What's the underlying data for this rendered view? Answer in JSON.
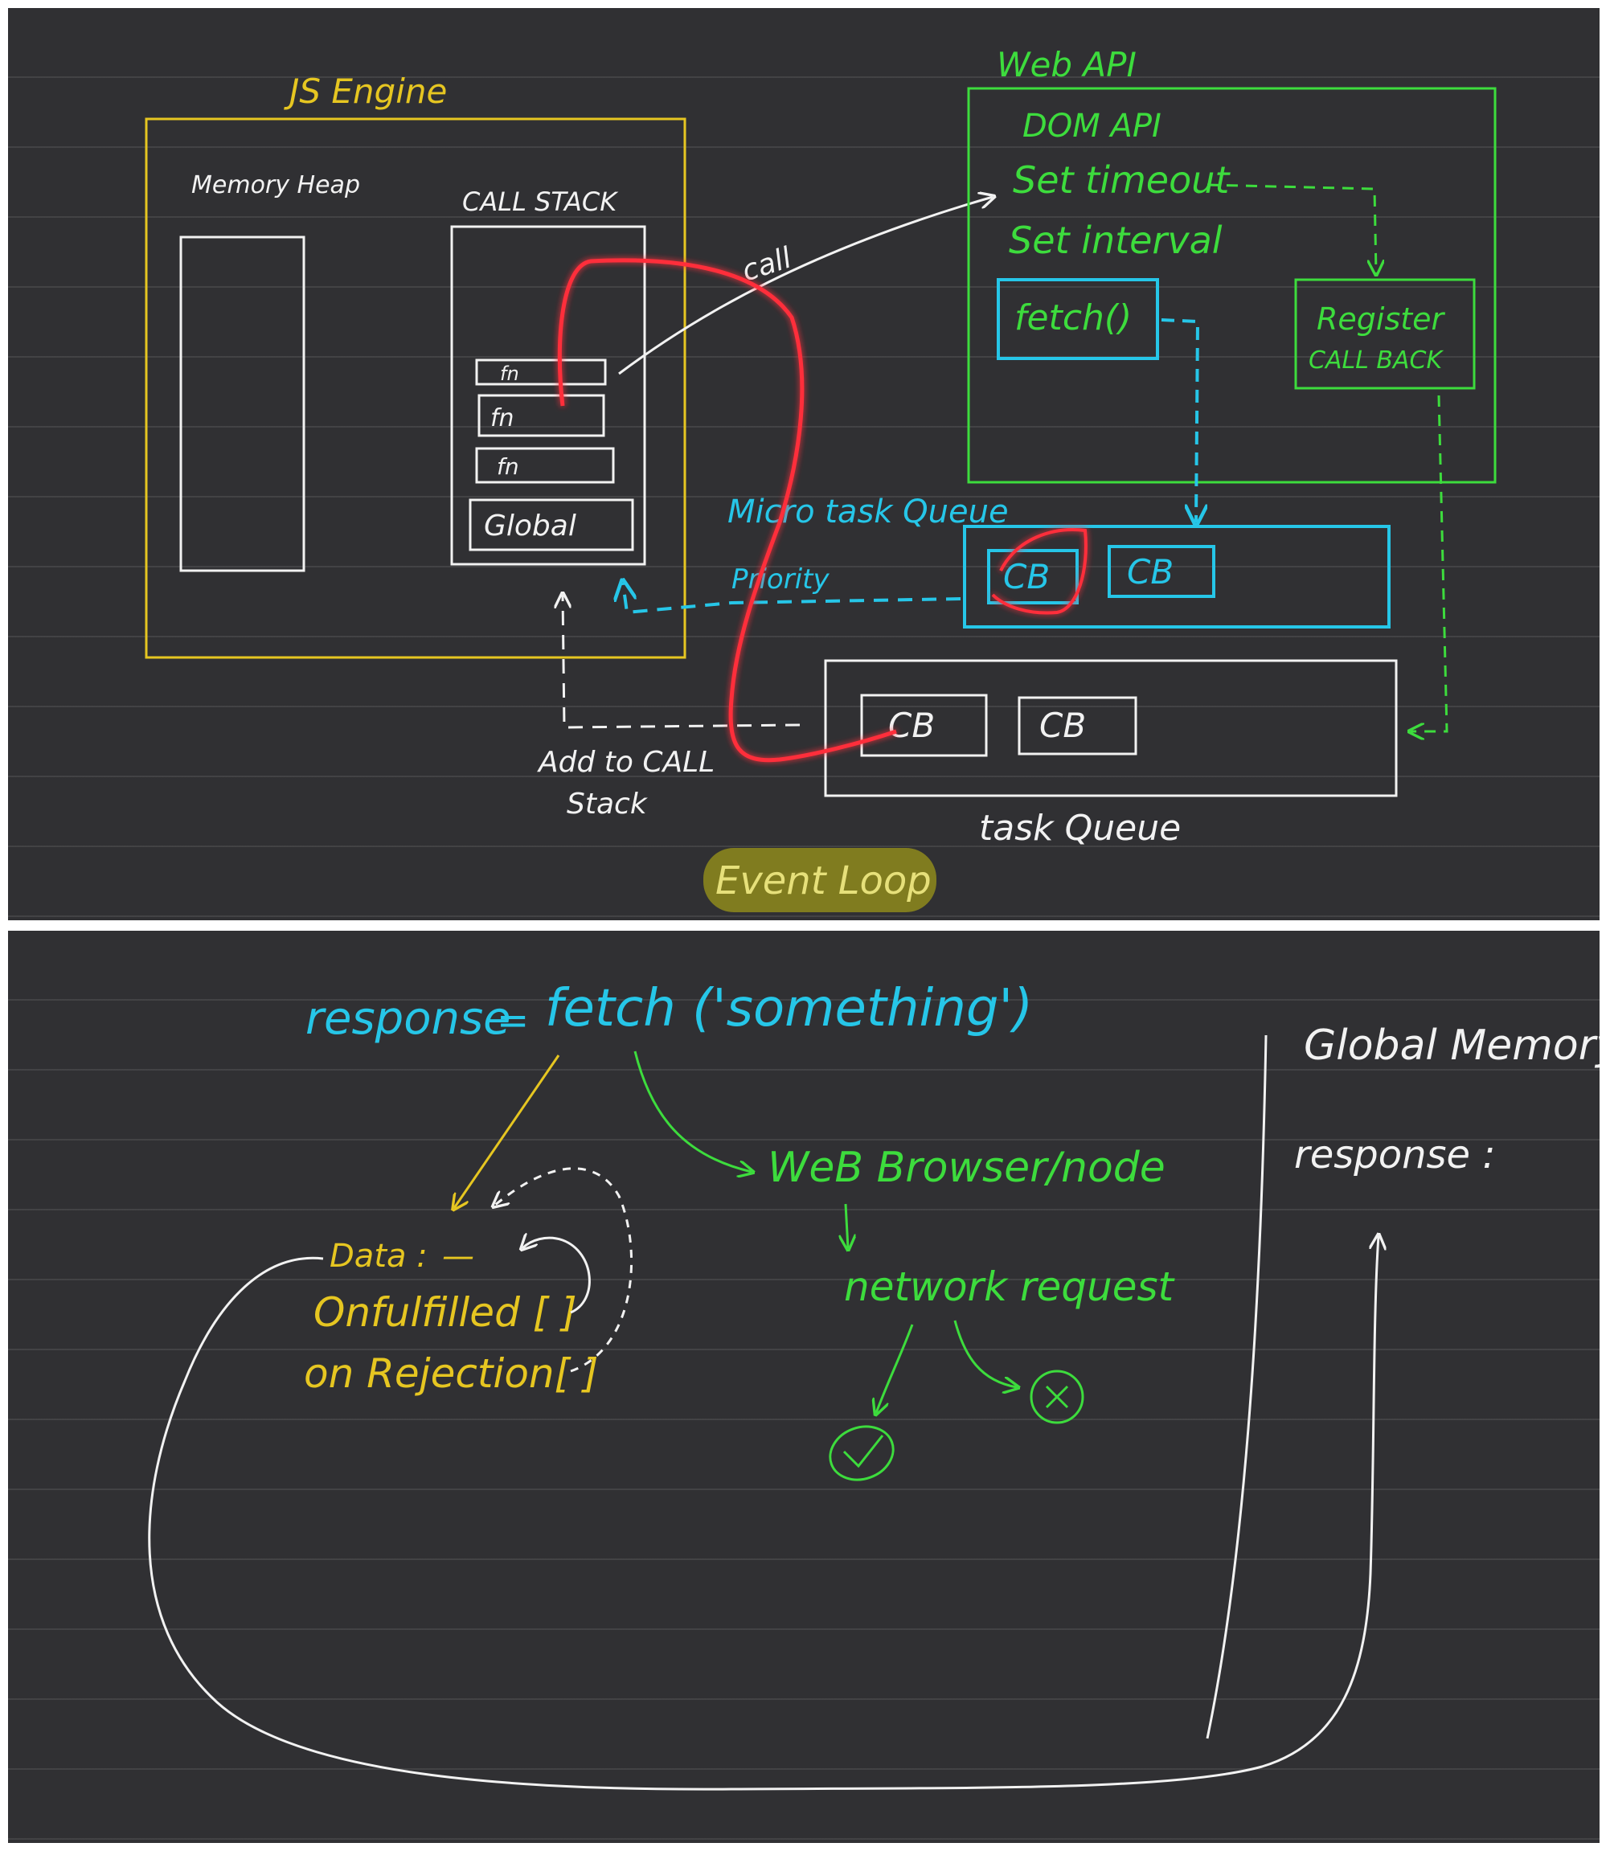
{
  "top": {
    "js_engine": {
      "title": "JS Engine",
      "memory_heap": "Memory Heap",
      "call_stack": "CALL STACK",
      "frames": [
        "fn",
        "fn",
        "fn",
        "Global"
      ]
    },
    "web_api": {
      "title": "Web API",
      "items": [
        "DOM API",
        "Set timeout",
        "Set interval"
      ],
      "fetch_label": "fetch()",
      "register_callback": [
        "Register",
        "CALL BACK"
      ]
    },
    "call_label": "call",
    "microtask_queue": {
      "title": "Micro task Queue",
      "priority": "Priority",
      "items": [
        "CB",
        "CB"
      ]
    },
    "task_queue": {
      "title": "task Queue",
      "items": [
        "CB",
        "CB"
      ]
    },
    "add_to_call_stack": [
      "Add to CALL",
      "Stack"
    ],
    "event_loop": "Event Loop",
    "colors": {
      "engine": "#e6c621",
      "web_api": "#3ddc3d",
      "queue": "#26c6e8",
      "loop": "#ff2f3a",
      "ink": "#f2f2f2"
    }
  },
  "bottom": {
    "code": {
      "prefix": "response",
      "equals": "=",
      "call": "fetch ('something')"
    },
    "promise": {
      "data": "Data :",
      "data_dash": "—",
      "on_fulfilled": "Onfulfilled [ ]",
      "on_rejection": "on Rejection[ ]"
    },
    "web_browser": "WeB Browser/node",
    "network_request": "network request",
    "success_icon": "check-icon",
    "failure_icon": "x-icon",
    "global_memory": {
      "title": "Global Memory",
      "response": "response :"
    },
    "colors": {
      "code": "#26c6e8",
      "promise": "#e6c621",
      "network": "#3ddc3d",
      "ink": "#f2f2f2"
    }
  }
}
